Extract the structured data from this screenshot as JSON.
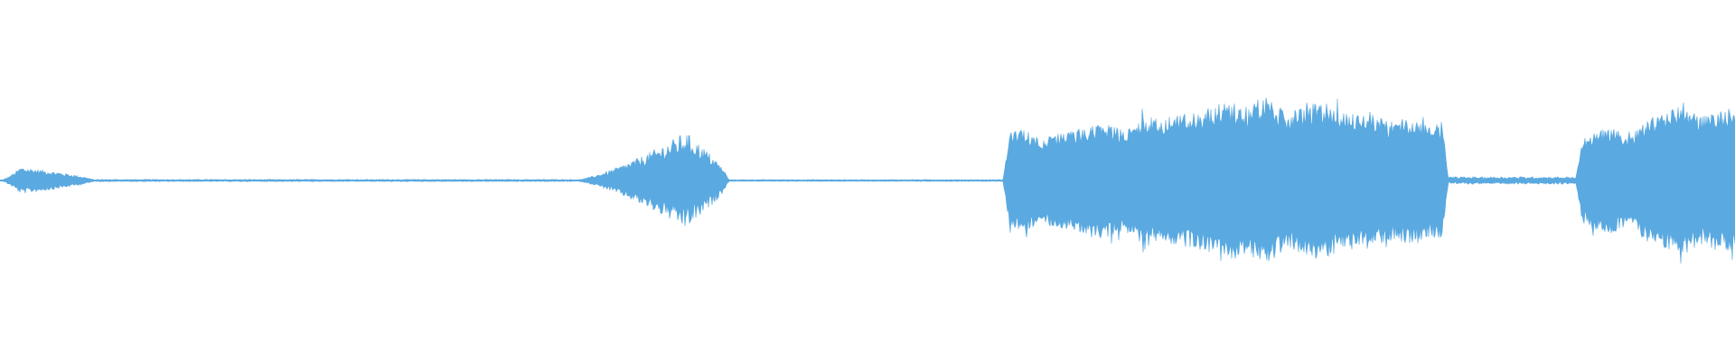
{
  "waveform": {
    "color": "#5aa9e0",
    "background": "#ffffff",
    "baseline_amplitude": 0.005,
    "segments": [
      {
        "type": "burst",
        "start": 0.0,
        "end": 0.055,
        "peak_at": 0.012,
        "peak_amp": 0.1
      },
      {
        "type": "quiet",
        "start": 0.055,
        "end": 0.33,
        "amp": 0.006
      },
      {
        "type": "burst",
        "start": 0.33,
        "end": 0.42,
        "peak_at": 0.395,
        "peak_amp": 0.36
      },
      {
        "type": "quiet",
        "start": 0.42,
        "end": 0.578,
        "amp": 0.005
      },
      {
        "type": "loud",
        "start": 0.578,
        "end": 0.835,
        "levels": [
          0.34,
          0.38,
          0.31,
          0.36,
          0.39,
          0.43,
          0.37,
          0.48,
          0.45,
          0.5,
          0.52,
          0.6,
          0.55,
          0.62,
          0.5,
          0.56,
          0.58,
          0.49,
          0.52,
          0.44,
          0.47,
          0.42,
          0.45
        ]
      },
      {
        "type": "quiet",
        "start": 0.835,
        "end": 0.908,
        "amp": 0.02
      },
      {
        "type": "loud",
        "start": 0.908,
        "end": 1.0,
        "levels": [
          0.28,
          0.36,
          0.4,
          0.33,
          0.45,
          0.5,
          0.56,
          0.48,
          0.52,
          0.55
        ]
      }
    ]
  }
}
